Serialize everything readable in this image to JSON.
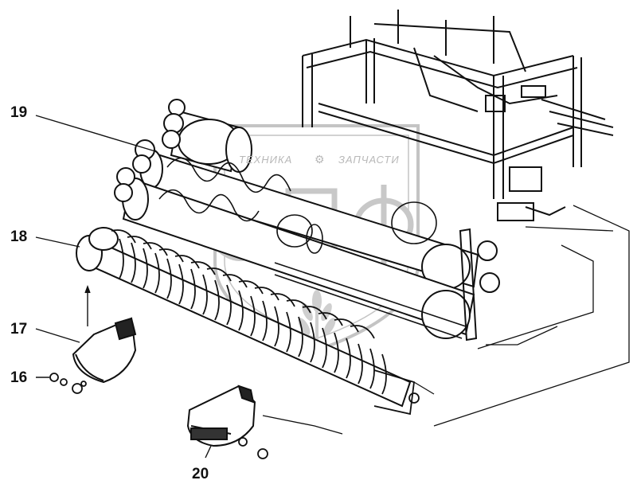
{
  "watermark": {
    "left_text": "ТЕХНИКА",
    "right_text": "ЗАПЧАСТИ",
    "monogram": "ЭПФ",
    "gear_icon": "gear-icon",
    "color": "#bdbdbd"
  },
  "callouts": {
    "c19": "19",
    "c18": "18",
    "c17": "17",
    "c16": "16",
    "c20": "20"
  }
}
